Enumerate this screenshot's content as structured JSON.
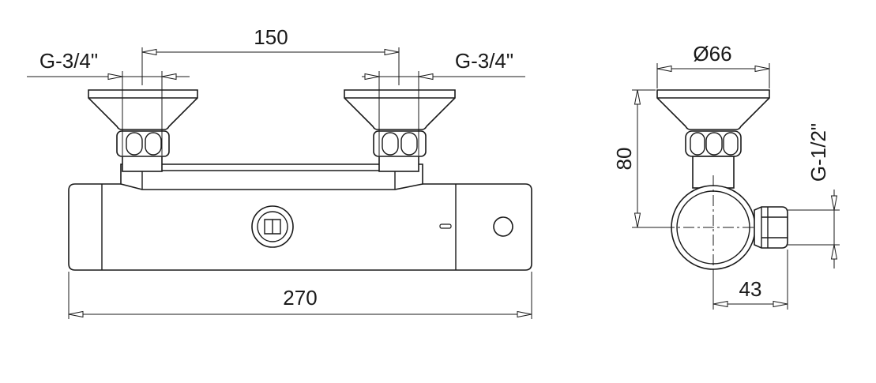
{
  "dimensions": {
    "top_spacing": "150",
    "left_thread": "G-3/4\"",
    "right_thread": "G-3/4\"",
    "total_length": "270",
    "diameter": "Ø66",
    "height": "80",
    "outlet_thread": "G-1/2\"",
    "outlet_offset": "43"
  },
  "colors": {
    "line": "#1a1a1a",
    "background": "#ffffff"
  }
}
